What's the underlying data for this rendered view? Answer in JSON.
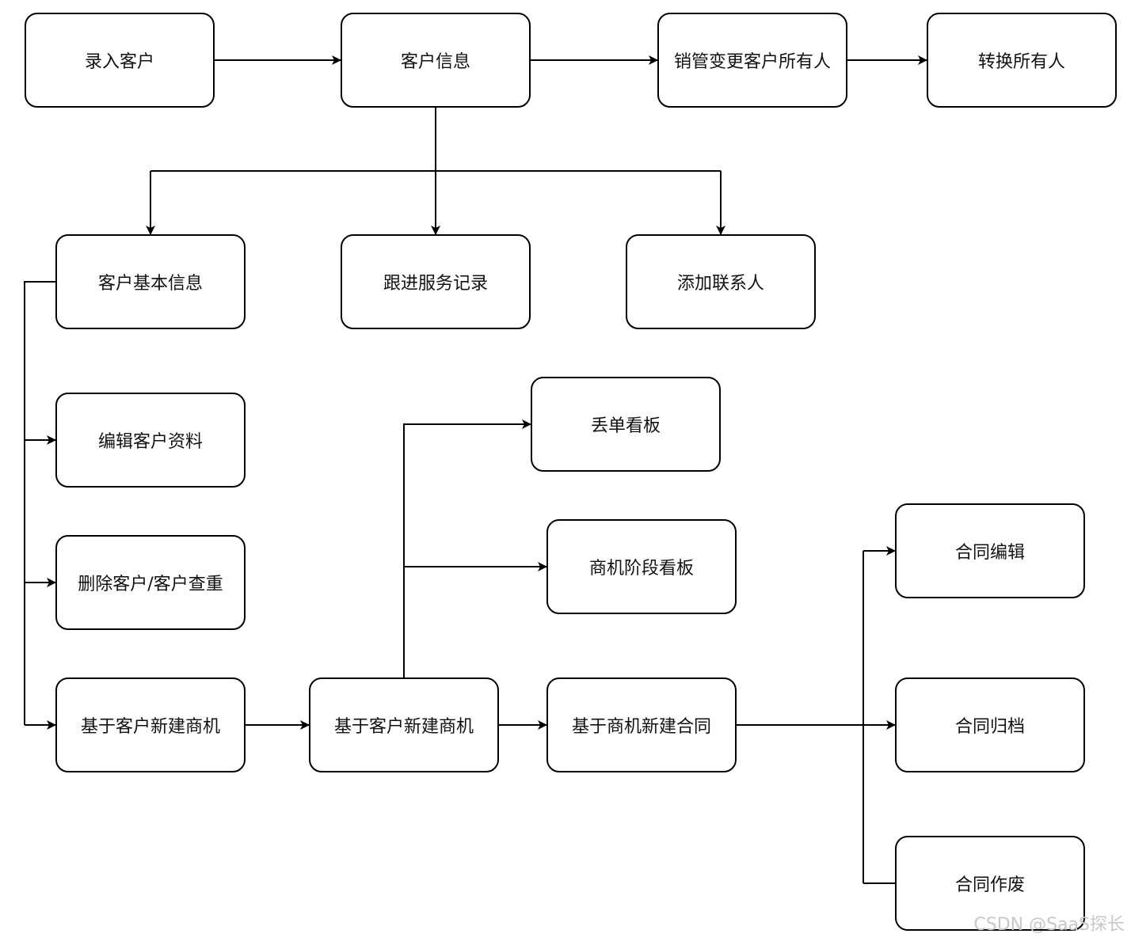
{
  "nodes": {
    "enter_customer": "录入客户",
    "customer_info": "客户信息",
    "sales_change_owner": "销管变更客户所有人",
    "transfer_owner": "转换所有人",
    "customer_basic_info": "客户基本信息",
    "follow_up_record": "跟进服务记录",
    "add_contact": "添加联系人",
    "edit_customer": "编辑客户资料",
    "delete_customer": "删除客户/客户查重",
    "new_opportunity_1": "基于客户新建商机",
    "new_opportunity_2": "基于客户新建商机",
    "lost_board": "丢单看板",
    "stage_board": "商机阶段看板",
    "new_contract": "基于商机新建合同",
    "contract_edit": "合同编辑",
    "contract_archive": "合同归档",
    "contract_void": "合同作废"
  },
  "watermark": "CSDN @SaaS探长",
  "colors": {
    "line": "#000000",
    "node_border": "#000000",
    "background": "#ffffff",
    "watermark": "#c8c8c8"
  }
}
